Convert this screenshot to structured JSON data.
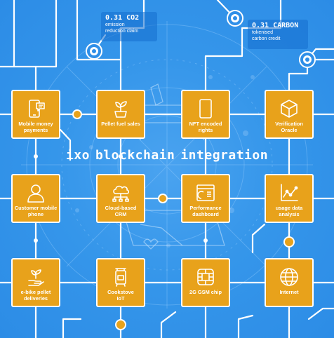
{
  "title": {
    "w1": "ixo",
    "w2": "blockchain",
    "w3": "integration"
  },
  "notes": [
    {
      "id": "co2",
      "value": "0.31 CO2",
      "desc1": "emission",
      "desc2": "reduction claim"
    },
    {
      "id": "carbon",
      "value": "0.31 CARBON",
      "desc1": "tokenised",
      "desc2": "carbon credit"
    }
  ],
  "tiles": [
    {
      "id": "mobile-money-payments",
      "icon": "phone-chat-icon",
      "line1": "Mobile money",
      "line2": "payments"
    },
    {
      "id": "pellet-fuel-sales",
      "icon": "plant-pot-icon",
      "line1": "Pellet fuel sales",
      "line2": ""
    },
    {
      "id": "nft-encoded-rights",
      "icon": "document-icon",
      "line1": "NFT encoded",
      "line2": "rights"
    },
    {
      "id": "verification-oracle",
      "icon": "cube-icon",
      "line1": "Verification",
      "line2": "Oracle"
    },
    {
      "id": "customer-mobile-phone",
      "icon": "person-icon",
      "line1": "Customer mobile",
      "line2": "phone"
    },
    {
      "id": "cloud-based-crm",
      "icon": "cloud-network-icon",
      "line1": "Cloud-based CRM",
      "line2": ""
    },
    {
      "id": "performance-dashboard",
      "icon": "dashboard-icon",
      "line1": "Performance",
      "line2": "dashboard"
    },
    {
      "id": "usage-data-analysis",
      "icon": "line-chart-icon",
      "line1": "usage data",
      "line2": "analysis"
    },
    {
      "id": "e-bike-pellet-deliveries",
      "icon": "plant-hand-icon",
      "line1": "e-bike pellet",
      "line2": "deliveries"
    },
    {
      "id": "cookstove-iot",
      "icon": "cookstove-icon",
      "line1": "Cookstove",
      "line2": "IoT"
    },
    {
      "id": "2g-gsm-chip",
      "icon": "sim-chip-icon",
      "line1": "2G GSM chip",
      "line2": ""
    },
    {
      "id": "internet",
      "icon": "globe-icon",
      "line1": "Internet",
      "line2": ""
    }
  ],
  "colors": {
    "background": "#2f8fe8",
    "tile": "#e8a21b",
    "line": "#ffffff",
    "node_fill": "#e8a21b"
  }
}
